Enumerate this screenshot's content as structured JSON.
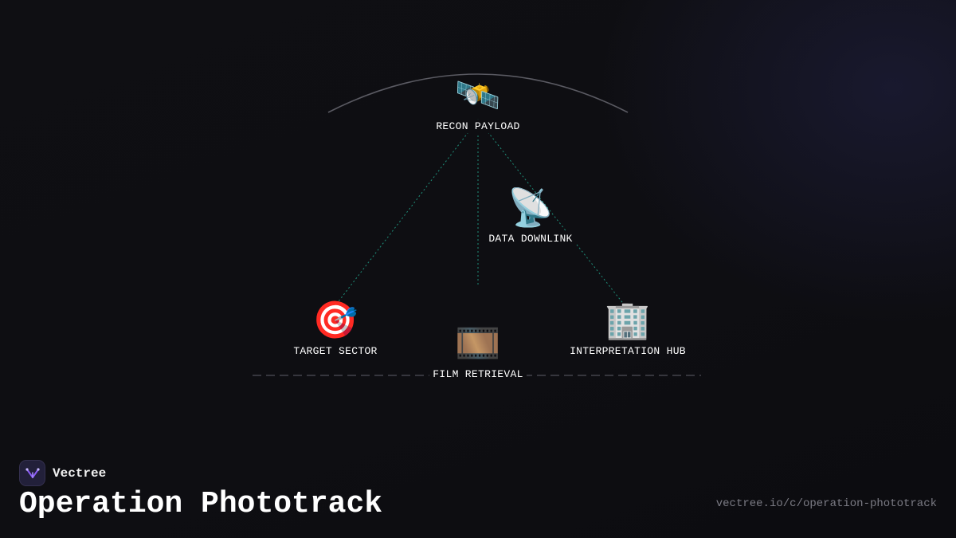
{
  "brand": {
    "name": "Vectree",
    "logo_icon": "vectree-logo-icon"
  },
  "title": "Operation Phototrack",
  "url": "vectree.io/c/operation-phototrack",
  "colors": {
    "background": "#0e0e12",
    "arc": "#5a5a62",
    "connector": "#1f8f7a",
    "ground": "#44444c",
    "accent": "#8b5cf6"
  },
  "nodes": [
    {
      "id": "recon",
      "label": "RECON PAYLOAD",
      "icon": "satellite-icon",
      "glyph": "🛰️"
    },
    {
      "id": "downlink",
      "label": "DATA DOWNLINK",
      "icon": "satellite-dish-icon",
      "glyph": "📡"
    },
    {
      "id": "target",
      "label": "TARGET SECTOR",
      "icon": "target-icon",
      "glyph": "🎯"
    },
    {
      "id": "film",
      "label": "FILM RETRIEVAL",
      "icon": "film-strip-icon",
      "glyph": "🎞️"
    },
    {
      "id": "hub",
      "label": "INTERPRETATION HUB",
      "icon": "office-building-icon",
      "glyph": "🏢"
    }
  ],
  "connections": [
    {
      "from": "recon",
      "to": "target"
    },
    {
      "from": "recon",
      "to": "film"
    },
    {
      "from": "recon",
      "to": "hub"
    }
  ]
}
